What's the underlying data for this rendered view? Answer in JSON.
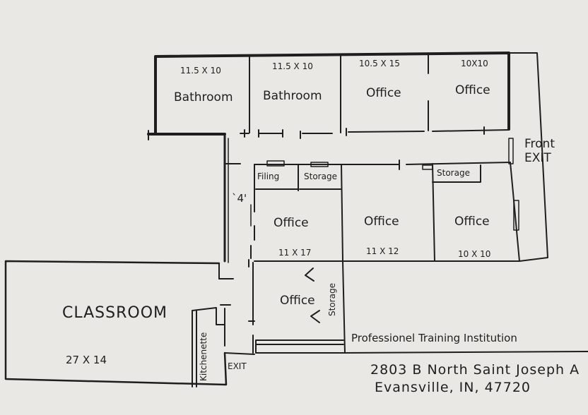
{
  "floorplan": {
    "top_row": [
      {
        "name": "Bathroom",
        "size": "11.5 X 10"
      },
      {
        "name": "Bathroom",
        "size": "11.5 X 10"
      },
      {
        "name": "Office",
        "size": "10.5 X 15"
      },
      {
        "name": "Office",
        "size": "10X10"
      }
    ],
    "front_exit": "Front\nEXIT",
    "hall_width": "`4'",
    "middle_row": [
      {
        "name": "Office",
        "size": "11 X 17"
      },
      {
        "name": "Office",
        "size": "11 X 12"
      },
      {
        "name": "Office",
        "size": "10 X 10"
      }
    ],
    "filing": "Filing",
    "storage_1": "Storage",
    "storage_2": "Storage",
    "storage_3": "Storage",
    "small_office": "Office",
    "classroom": {
      "name": "CLASSROOM",
      "size": "27 X 14"
    },
    "kitchenette": "Kitchenette",
    "exit": "EXIT",
    "institution": "Professionel Training Institution",
    "address_line1": "2803 B North Saint Joseph A",
    "address_line2": "Evansville,  IN, 47720"
  },
  "colors": {
    "paper": "#e9e8e4",
    "ink": "#1e1e1e"
  }
}
